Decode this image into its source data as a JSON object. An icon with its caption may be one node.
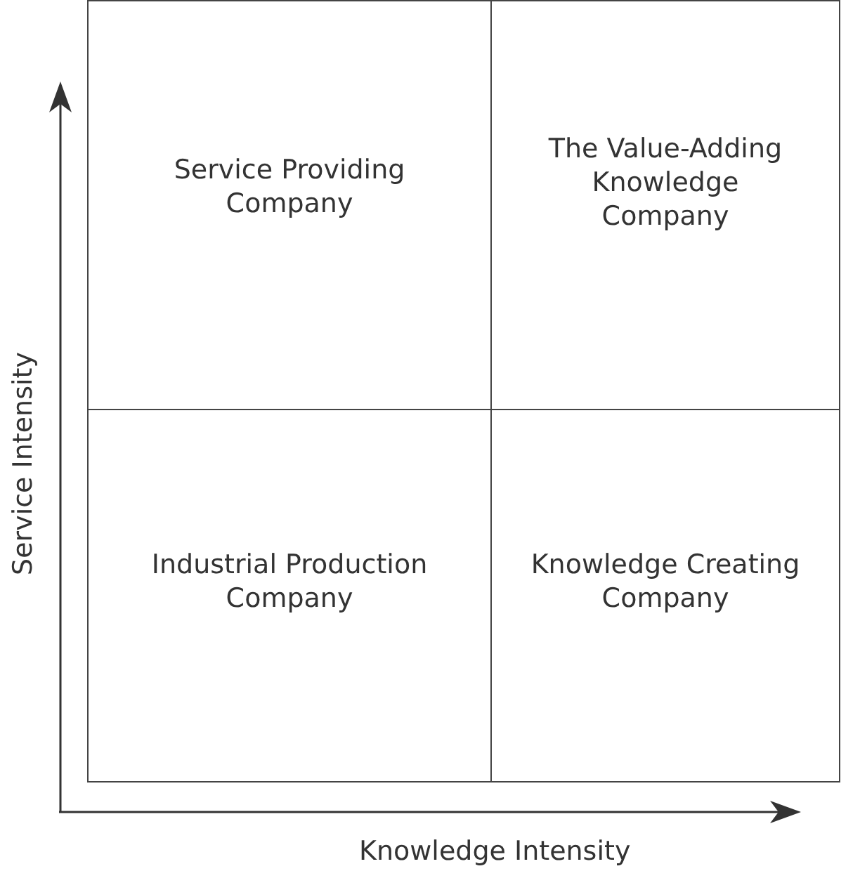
{
  "diagram": {
    "nodes": [
      {
        "text": [
          "Service Providing Company"
        ]
      },
      {
        "text": [
          "The Value-Adding Knowledge Company"
        ]
      },
      {
        "text": [
          "Industrial Production Company"
        ]
      },
      {
        "text": [
          "Knowledge Creating Company"
        ]
      }
    ],
    "labels": [
      "Service Intensity",
      "Knowledge Intensity"
    ]
  }
}
